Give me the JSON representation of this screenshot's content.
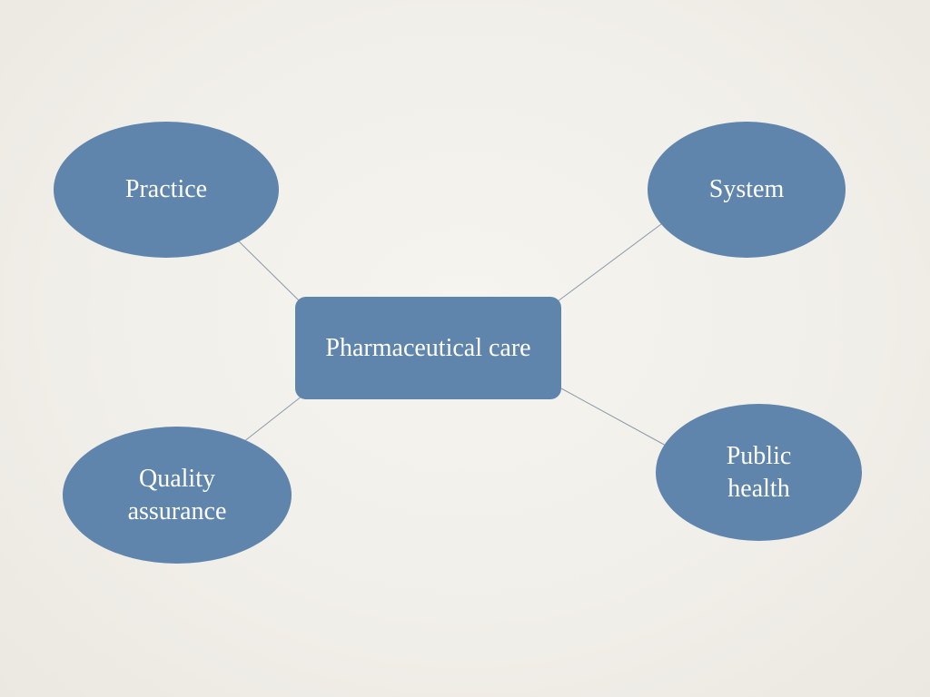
{
  "diagram": {
    "center": {
      "label": "Pharmaceutical care"
    },
    "nodes": [
      {
        "id": "practice",
        "label": "Practice"
      },
      {
        "id": "system",
        "label": "System"
      },
      {
        "id": "quality",
        "label": "Quality\nassurance"
      },
      {
        "id": "public",
        "label": "Public\nhealth"
      }
    ],
    "colors": {
      "node_fill": "#5f85ac",
      "node_text": "#ffffff",
      "connector": "#8a9aab",
      "background": "#f1efe9"
    }
  }
}
